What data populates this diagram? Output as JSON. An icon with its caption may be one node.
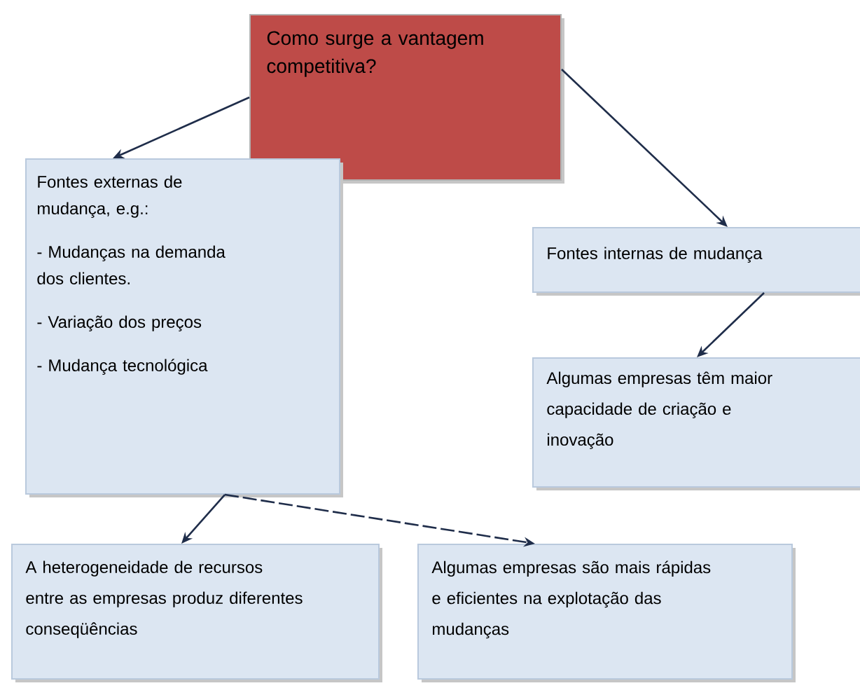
{
  "diagram": {
    "nodes": [
      {
        "text": [
          "Como surge a vantagem competitiva?"
        ]
      },
      {
        "text": [
          "Fontes externas de mudança, e.g.:",
          "- Mudanças na demanda dos clientes.",
          "- Variação dos preços",
          "- Mudança tecnológica"
        ]
      },
      {
        "text": [
          "Fontes internas de mudança"
        ]
      },
      {
        "text": [
          "Algumas empresas têm maior capacidade de criação e inovação"
        ]
      },
      {
        "text": [
          "A heterogeneidade de recursos entre as empresas produz diferentes conseqüências"
        ]
      },
      {
        "text": [
          "Algumas empresas são mais rápidas e eficientes na explotação das mudanças"
        ]
      }
    ],
    "edges": [
      {
        "from": 0,
        "to": 1,
        "arrow": "to"
      },
      {
        "from": 0,
        "to": 2,
        "arrow": "to"
      },
      {
        "from": 2,
        "to": 3,
        "arrow": "to"
      },
      {
        "from": 1,
        "to": 4,
        "arrow": "to"
      },
      {
        "from": 1,
        "to": 5,
        "arrow": "to",
        "style": "dashed"
      }
    ]
  }
}
